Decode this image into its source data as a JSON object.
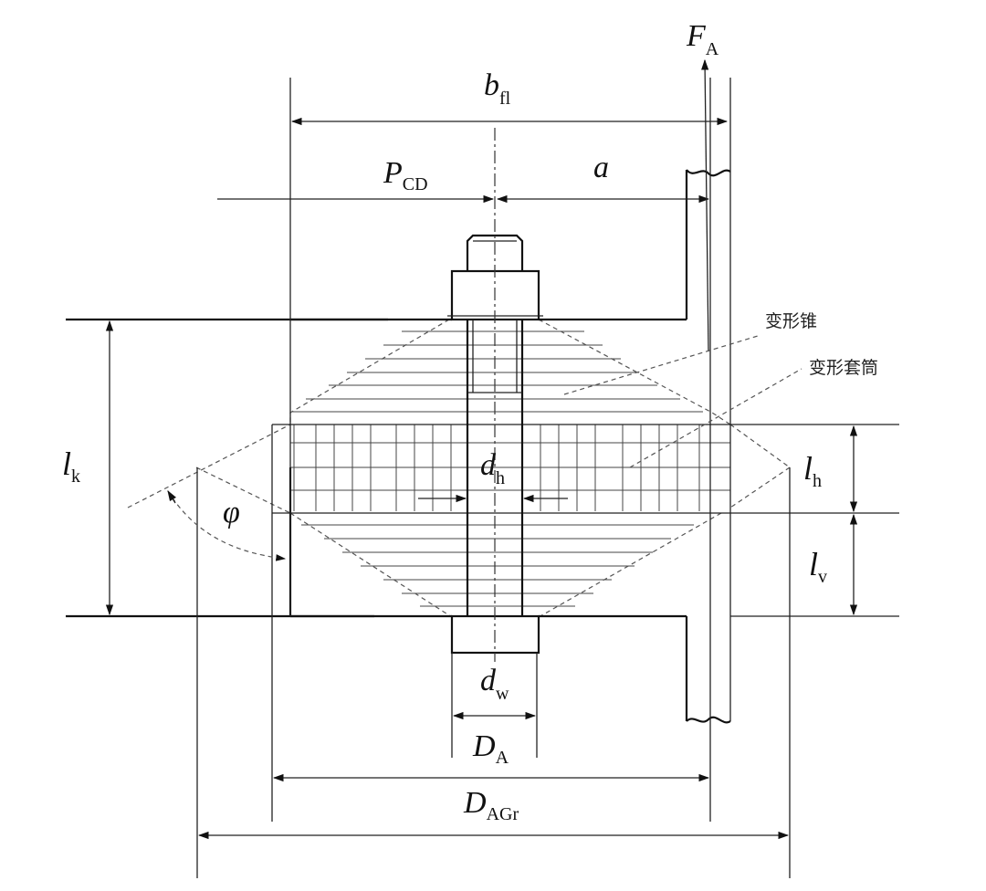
{
  "labels": {
    "FA": {
      "main": "F",
      "sub": "A"
    },
    "bfl": {
      "main": "b",
      "sub": "fl"
    },
    "PCD": {
      "main": "P",
      "sub": "CD"
    },
    "a": {
      "main": "a"
    },
    "lk": {
      "main": "l",
      "sub": "k"
    },
    "lh": {
      "main": "l",
      "sub": "h"
    },
    "lv": {
      "main": "l",
      "sub": "v"
    },
    "dh": {
      "main": "d",
      "sub": "h"
    },
    "phi": {
      "main": "φ"
    },
    "dw": {
      "main": "d",
      "sub": "w"
    },
    "DA": {
      "main": "D",
      "sub": "A"
    },
    "DAGr": {
      "main": "D",
      "sub": "AGr"
    }
  },
  "annotations": {
    "cone": "变形锥",
    "sleeve": "变形套筒"
  }
}
